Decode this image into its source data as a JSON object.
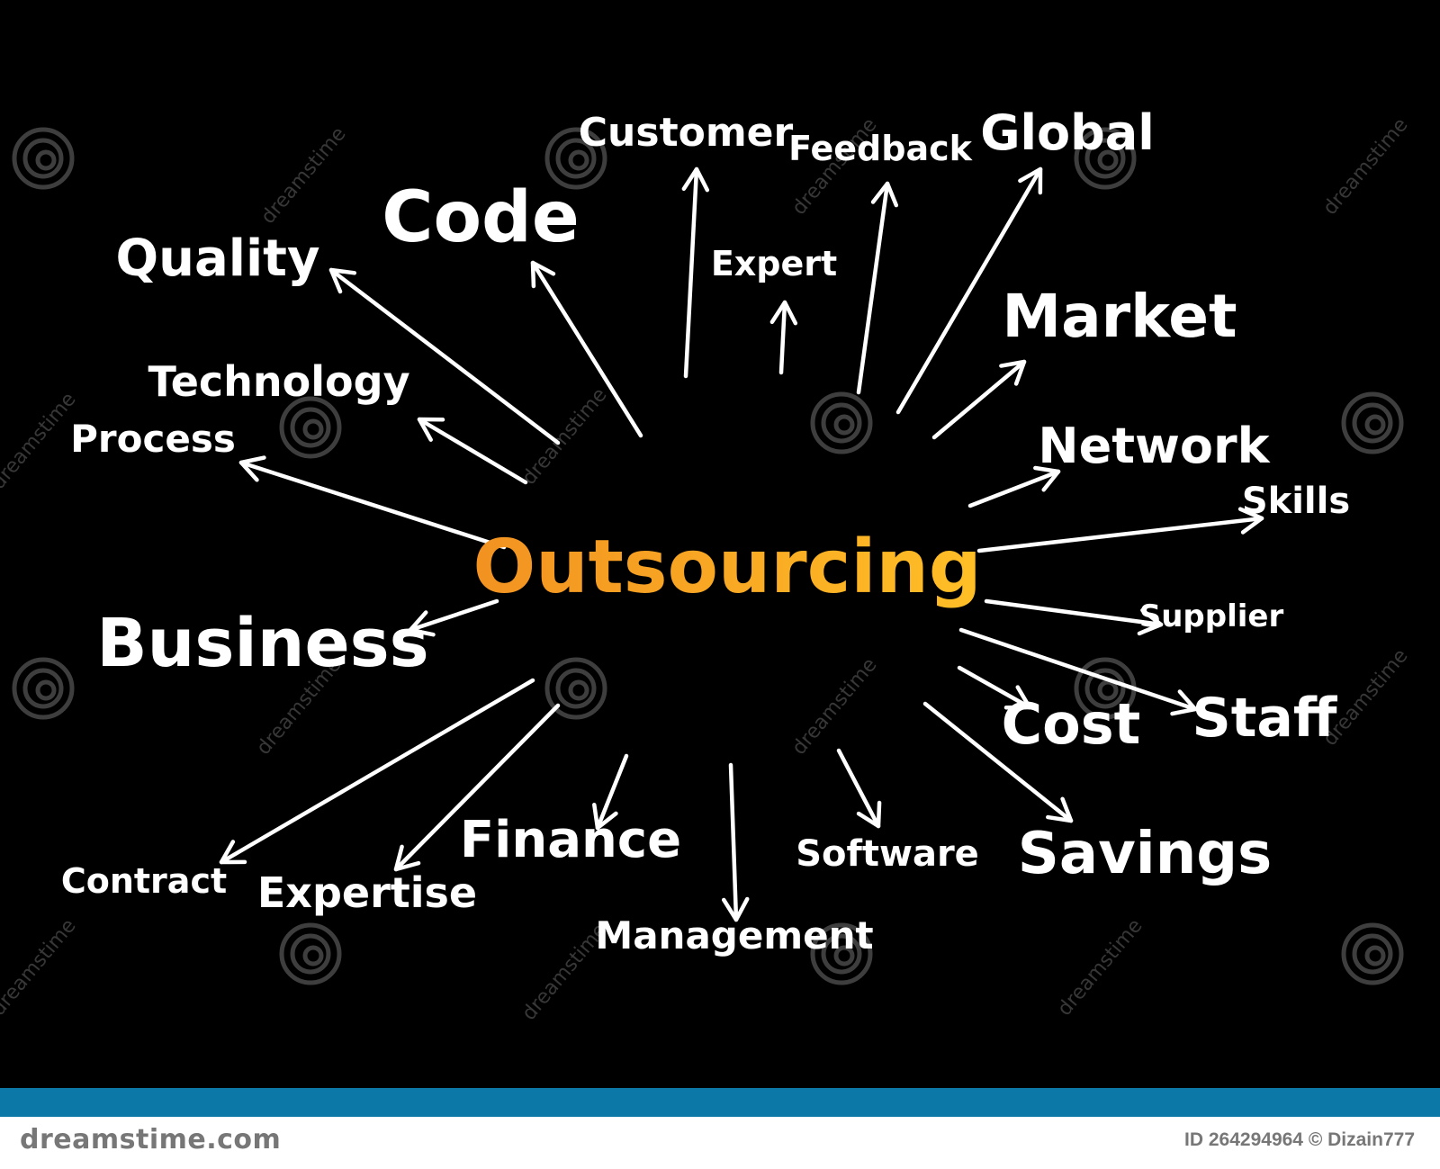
{
  "diagram": {
    "center": {
      "text": "Outsourcing",
      "color_start": "#f29221",
      "color_end": "#ffbf26"
    },
    "branches": [
      {
        "id": "quality",
        "text": "Quality"
      },
      {
        "id": "code",
        "text": "Code"
      },
      {
        "id": "customer",
        "text": "Customer"
      },
      {
        "id": "expert",
        "text": "Expert"
      },
      {
        "id": "feedback",
        "text": "Feedback"
      },
      {
        "id": "global",
        "text": "Global"
      },
      {
        "id": "market",
        "text": "Market"
      },
      {
        "id": "network",
        "text": "Network"
      },
      {
        "id": "skills",
        "text": "Skills"
      },
      {
        "id": "supplier",
        "text": "Supplier"
      },
      {
        "id": "cost",
        "text": "Cost"
      },
      {
        "id": "staff",
        "text": "Staff"
      },
      {
        "id": "savings",
        "text": "Savings"
      },
      {
        "id": "software",
        "text": "Software"
      },
      {
        "id": "management",
        "text": "Management"
      },
      {
        "id": "finance",
        "text": "Finance"
      },
      {
        "id": "expertise",
        "text": "Expertise"
      },
      {
        "id": "contract",
        "text": "Contract"
      },
      {
        "id": "business",
        "text": "Business"
      },
      {
        "id": "process",
        "text": "Process"
      },
      {
        "id": "technology",
        "text": "Technology"
      }
    ],
    "text_color": "#ffffff",
    "background": "#000000"
  },
  "watermark": {
    "text": "dreamstime"
  },
  "footer": {
    "brand": "dreamstime.com",
    "id_text": "ID 264294964 © Dizain777",
    "bar_color": "#0b78a8"
  }
}
